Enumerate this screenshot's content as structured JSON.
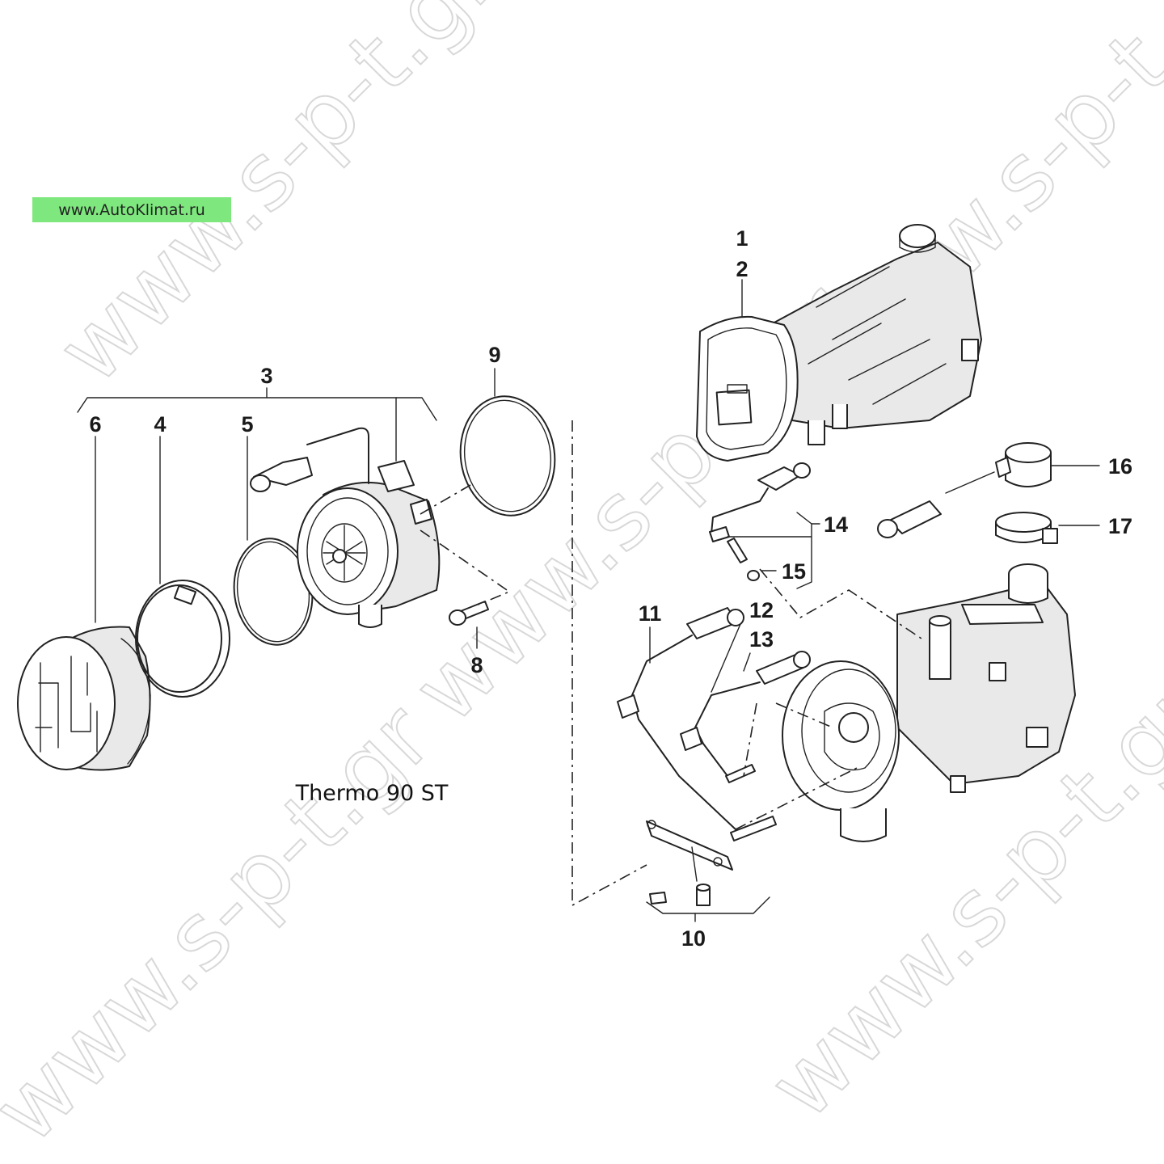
{
  "site_label": {
    "text": "www.AutoKlimat.ru",
    "color": "#7ee87e"
  },
  "caption": "Thermo 90 ST",
  "watermark": "www.s-p-t.gr",
  "callouts": [
    {
      "id": "1",
      "text": "1"
    },
    {
      "id": "2",
      "text": "2"
    },
    {
      "id": "3",
      "text": "3"
    },
    {
      "id": "4",
      "text": "4"
    },
    {
      "id": "5",
      "text": "5"
    },
    {
      "id": "6",
      "text": "6"
    },
    {
      "id": "8",
      "text": "8"
    },
    {
      "id": "9",
      "text": "9"
    },
    {
      "id": "10",
      "text": "10"
    },
    {
      "id": "11",
      "text": "11"
    },
    {
      "id": "12",
      "text": "12"
    },
    {
      "id": "13",
      "text": "13"
    },
    {
      "id": "14",
      "text": "14"
    },
    {
      "id": "15",
      "text": "15"
    },
    {
      "id": "16",
      "text": "16"
    },
    {
      "id": "17",
      "text": "17"
    }
  ]
}
